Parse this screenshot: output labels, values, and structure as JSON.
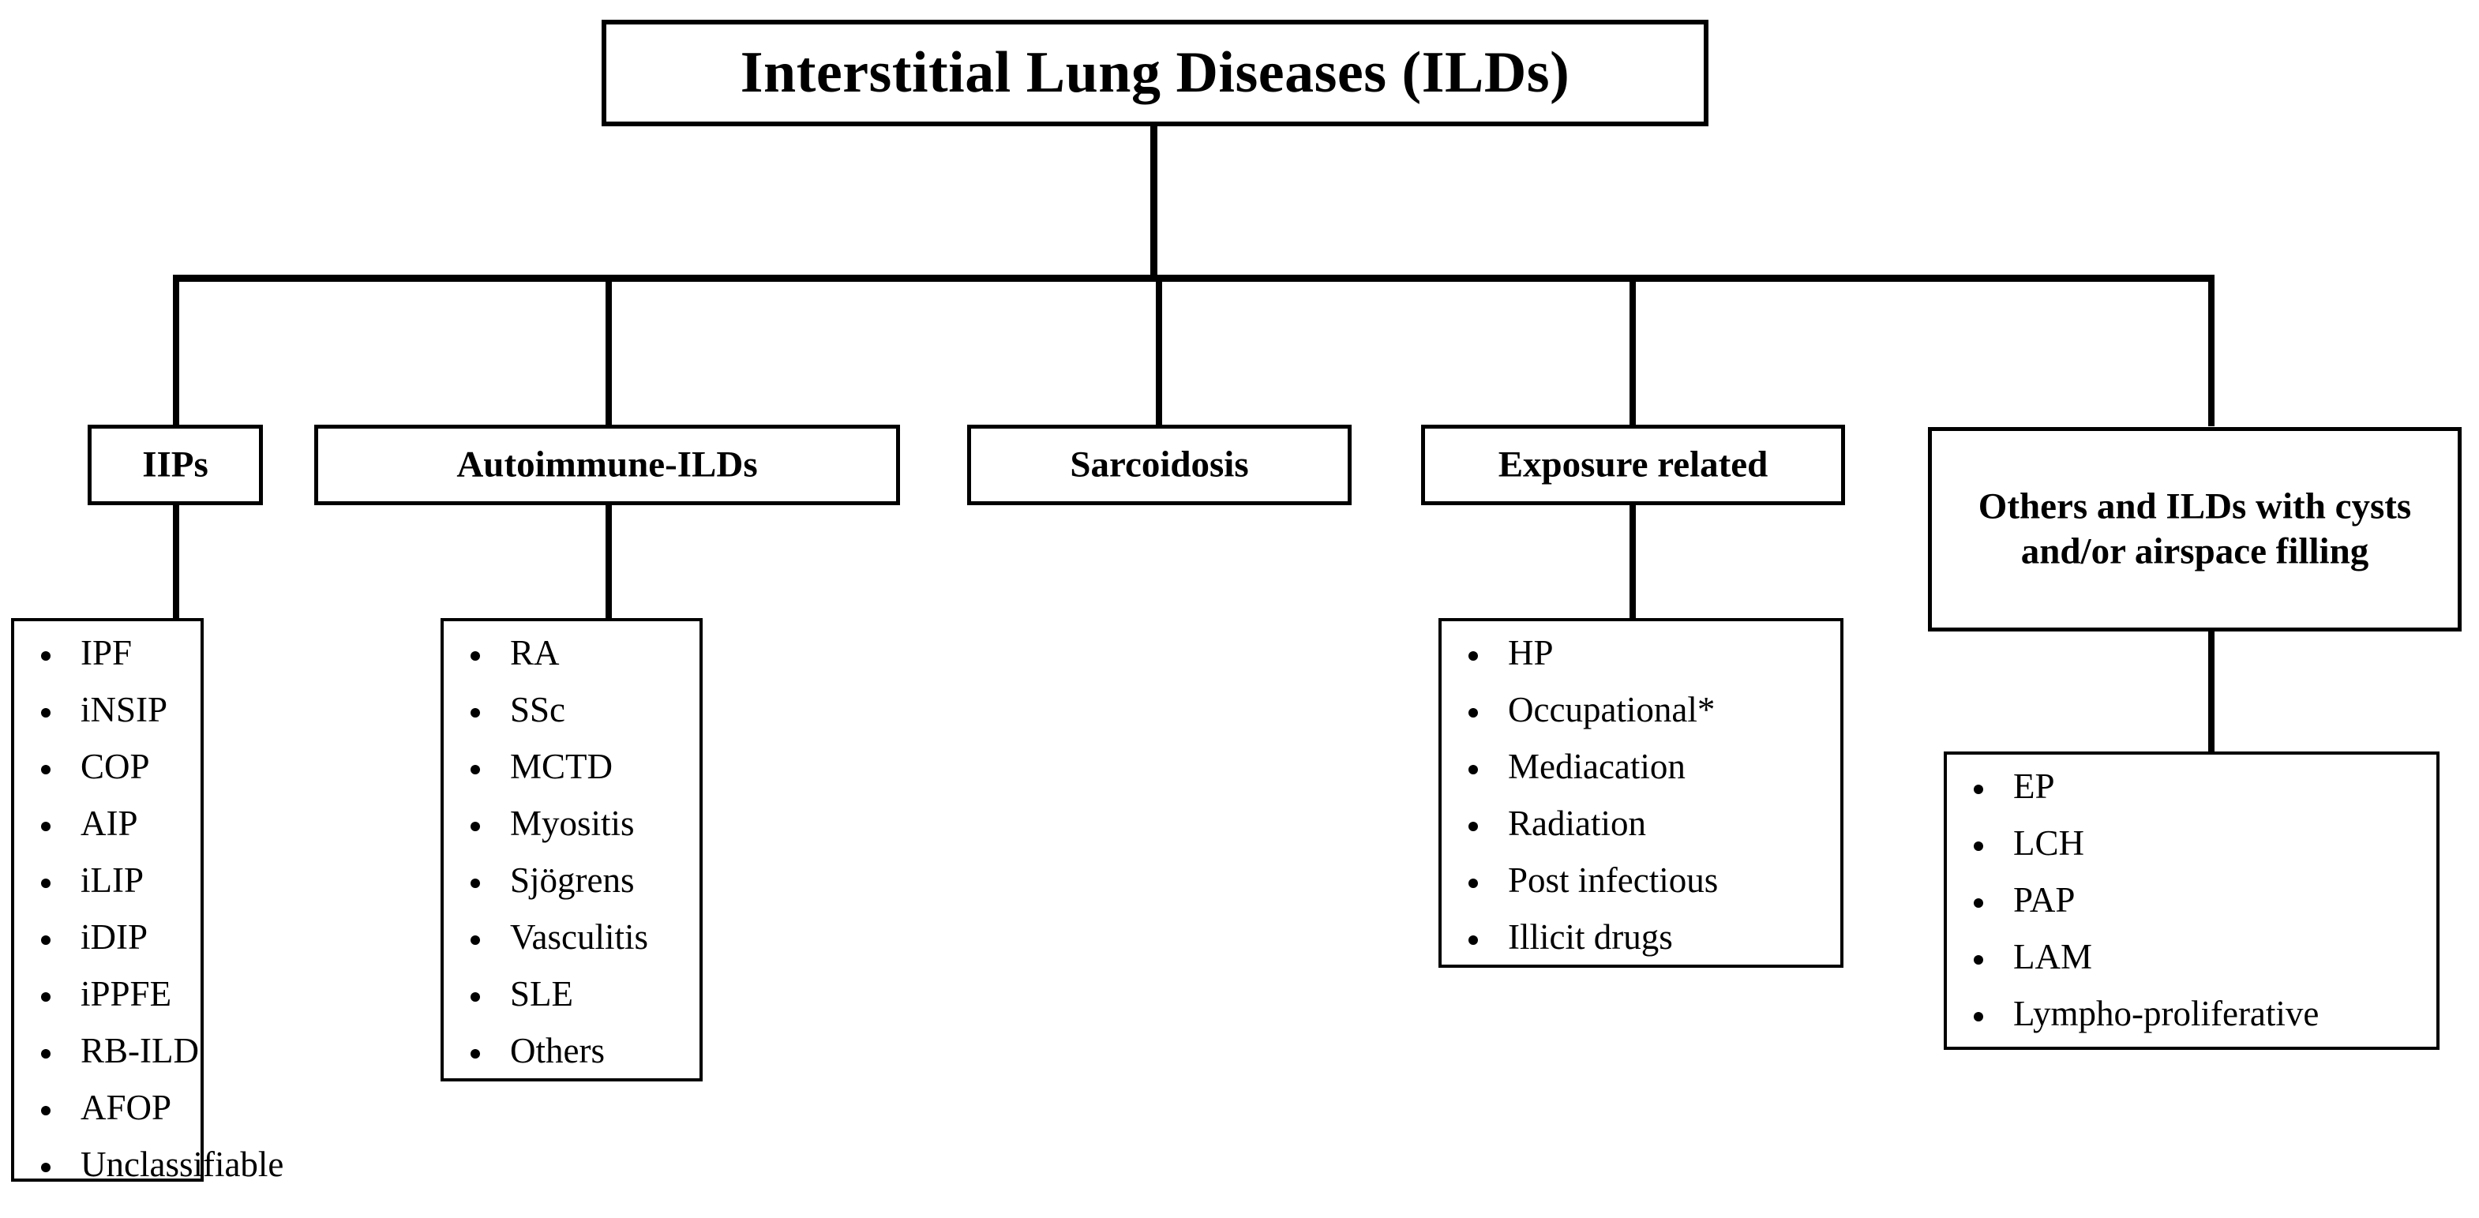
{
  "diagram": {
    "title": "Interstitial Lung Diseases (ILDs)",
    "root_label": "Interstitial Lung Diseases (ILDs)",
    "branches": [
      {
        "key": "iips",
        "label": "IIPs",
        "items": [
          "IPF",
          "iNSIP",
          "COP",
          "AIP",
          "iLIP",
          "iDIP",
          "iPPFE",
          "RB-ILD",
          "AFOP",
          "Unclassifiable"
        ]
      },
      {
        "key": "autoimmune",
        "label": "Autoimmune-ILDs",
        "items": [
          "RA",
          "SSc",
          "MCTD",
          "Myositis",
          "Sjögrens",
          "Vasculitis",
          "SLE",
          "Others"
        ]
      },
      {
        "key": "sarcoidosis",
        "label": "Sarcoidosis",
        "items": []
      },
      {
        "key": "exposure",
        "label": "Exposure related",
        "items": [
          "HP",
          "Occupational*",
          "Mediacation",
          "Radiation",
          "Post infectious",
          "Illicit drugs"
        ]
      },
      {
        "key": "others",
        "label": "Others and ILDs with cysts and/or airspace filling",
        "items": [
          "EP",
          "LCH",
          "PAP",
          "LAM",
          "Lympho-proliferative"
        ]
      }
    ]
  },
  "colors": {
    "background": "#ffffff",
    "line": "#000000",
    "text": "#000000"
  }
}
